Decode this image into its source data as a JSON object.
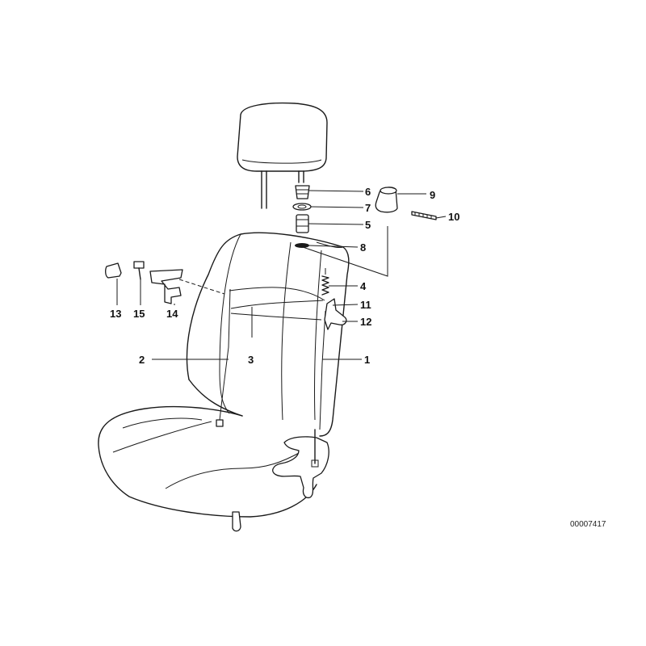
{
  "callouts": {
    "c1": "1",
    "c2": "2",
    "c3": "3",
    "c4": "4",
    "c5": "5",
    "c6": "6",
    "c7": "7",
    "c8": "8",
    "c9": "9",
    "c10": "10",
    "c11": "11",
    "c12": "12",
    "c13": "13",
    "c14": "14",
    "c15": "15"
  },
  "diagram_code": "00007417"
}
